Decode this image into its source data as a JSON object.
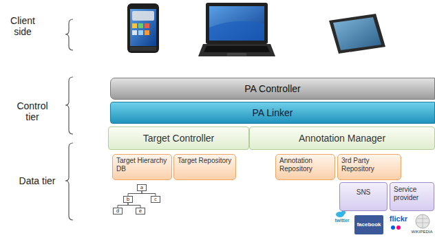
{
  "diagram": {
    "nodes": [
      {
        "text": [
          "PA Controller"
        ]
      },
      {
        "text": [
          "PA Linker"
        ]
      },
      {
        "text": [
          "Target Controller"
        ]
      },
      {
        "text": [
          "Annotation Manager"
        ]
      },
      {
        "text": [
          "Target Hierarchy DB"
        ]
      },
      {
        "text": [
          "Target Repository"
        ]
      },
      {
        "text": [
          "Annotation Repository"
        ]
      },
      {
        "text": [
          "3rd Party Repository"
        ]
      },
      {
        "text": [
          "SNS"
        ]
      },
      {
        "text": [
          "Service provider"
        ]
      },
      {
        "text": [
          "a"
        ]
      },
      {
        "text": [
          "b"
        ]
      },
      {
        "text": [
          "c"
        ]
      },
      {
        "text": [
          "d"
        ]
      },
      {
        "text": [
          "e"
        ]
      }
    ],
    "edges": [
      {
        "from": 10,
        "to": 11,
        "arrow": "none"
      },
      {
        "from": 10,
        "to": 12,
        "arrow": "none"
      },
      {
        "from": 11,
        "to": 13,
        "arrow": "none"
      },
      {
        "from": 11,
        "to": 14,
        "arrow": "none"
      }
    ],
    "labels": [
      "Client side",
      "Control tier",
      "Data tier",
      "twitter",
      "facebook",
      "flickr",
      "WIKIPEDIA"
    ]
  }
}
